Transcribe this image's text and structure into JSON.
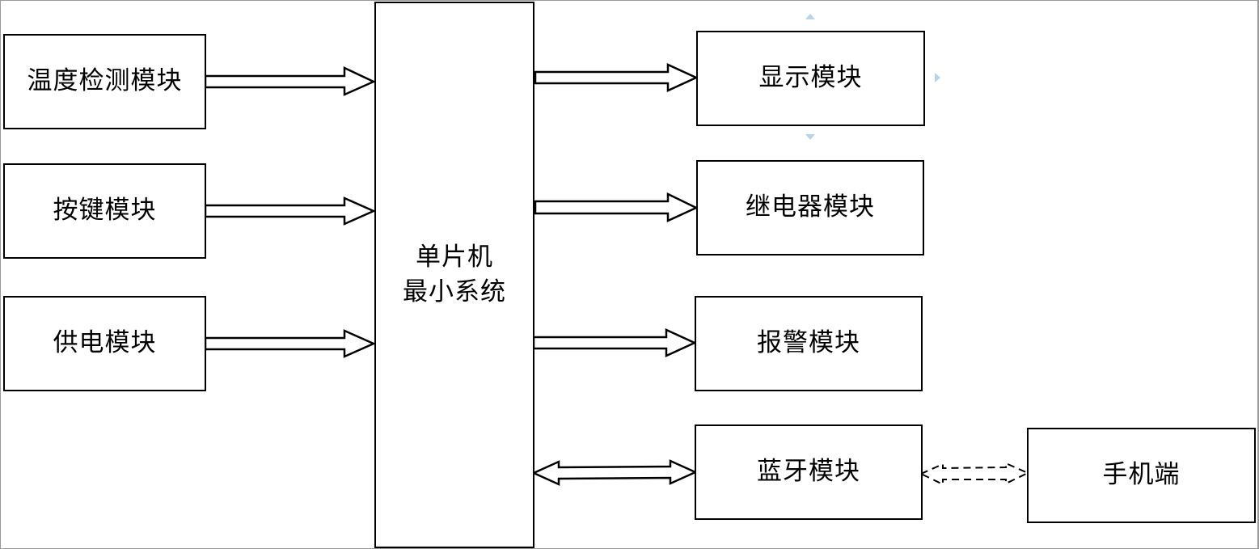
{
  "diagram": {
    "nodes": {
      "temp": "温度检测模块",
      "keys": "按键模块",
      "power": "供电模块",
      "mcu": "单片机\n最小系统",
      "display": "显示模块",
      "relay": "继电器模块",
      "alarm": "报警模块",
      "bt": "蓝牙模块",
      "phone": "手机端"
    },
    "edges": [
      {
        "from": "temp",
        "to": "mcu",
        "style": "solid",
        "direction": "forward"
      },
      {
        "from": "keys",
        "to": "mcu",
        "style": "solid",
        "direction": "forward"
      },
      {
        "from": "power",
        "to": "mcu",
        "style": "solid",
        "direction": "forward"
      },
      {
        "from": "mcu",
        "to": "display",
        "style": "solid",
        "direction": "forward"
      },
      {
        "from": "mcu",
        "to": "relay",
        "style": "solid",
        "direction": "forward"
      },
      {
        "from": "mcu",
        "to": "alarm",
        "style": "solid",
        "direction": "forward"
      },
      {
        "from": "mcu",
        "to": "bt",
        "style": "solid",
        "direction": "both"
      },
      {
        "from": "bt",
        "to": "phone",
        "style": "dashed",
        "direction": "both"
      }
    ]
  },
  "colors": {
    "stroke": "#000000",
    "background": "#ffffff",
    "selection_handle": "#b7d4e8"
  }
}
